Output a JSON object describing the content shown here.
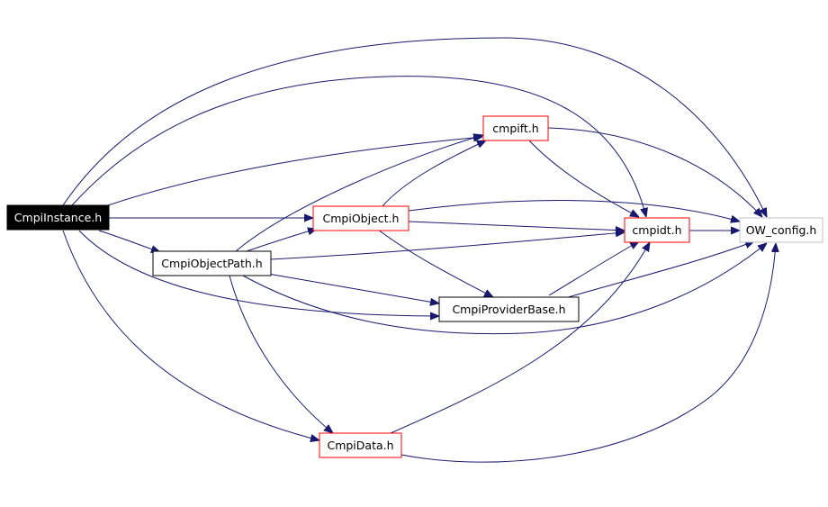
{
  "colors": {
    "edge": "#191970",
    "border_red": "#ff0000",
    "border_black": "#000000",
    "border_gray": "#c0c0c0",
    "root_fill": "#000000",
    "root_text": "#ffffff",
    "node_fill": "#ffffff",
    "node_text": "#000000"
  },
  "nodes": {
    "cmpi_instance": {
      "label": "CmpiInstance.h",
      "style": "root"
    },
    "cmpift": {
      "label": "cmpift.h",
      "style": "red"
    },
    "cmpi_object": {
      "label": "CmpiObject.h",
      "style": "red"
    },
    "cmpidt": {
      "label": "cmpidt.h",
      "style": "red"
    },
    "ow_config": {
      "label": "OW_config.h",
      "style": "gray"
    },
    "cmpi_object_path": {
      "label": "CmpiObjectPath.h",
      "style": "black"
    },
    "cmpi_provider_base": {
      "label": "CmpiProviderBase.h",
      "style": "black"
    },
    "cmpi_data": {
      "label": "CmpiData.h",
      "style": "red"
    }
  },
  "edges": [
    {
      "from": "cmpi_instance",
      "to": "ow_config"
    },
    {
      "from": "cmpi_instance",
      "to": "cmpidt"
    },
    {
      "from": "cmpi_instance",
      "to": "cmpift"
    },
    {
      "from": "cmpi_instance",
      "to": "cmpi_object"
    },
    {
      "from": "cmpi_instance",
      "to": "cmpi_object_path"
    },
    {
      "from": "cmpi_instance",
      "to": "cmpi_provider_base"
    },
    {
      "from": "cmpi_instance",
      "to": "cmpi_data"
    },
    {
      "from": "cmpift",
      "to": "ow_config"
    },
    {
      "from": "cmpift",
      "to": "cmpidt"
    },
    {
      "from": "cmpi_object",
      "to": "cmpift"
    },
    {
      "from": "cmpi_object",
      "to": "ow_config"
    },
    {
      "from": "cmpi_object",
      "to": "cmpidt"
    },
    {
      "from": "cmpi_object",
      "to": "cmpi_provider_base"
    },
    {
      "from": "cmpidt",
      "to": "ow_config"
    },
    {
      "from": "cmpi_object_path",
      "to": "cmpift"
    },
    {
      "from": "cmpi_object_path",
      "to": "cmpi_object"
    },
    {
      "from": "cmpi_object_path",
      "to": "cmpidt"
    },
    {
      "from": "cmpi_object_path",
      "to": "cmpi_provider_base"
    },
    {
      "from": "cmpi_object_path",
      "to": "ow_config"
    },
    {
      "from": "cmpi_object_path",
      "to": "cmpi_data"
    },
    {
      "from": "cmpi_provider_base",
      "to": "cmpidt"
    },
    {
      "from": "cmpi_provider_base",
      "to": "ow_config"
    },
    {
      "from": "cmpi_data",
      "to": "cmpidt"
    },
    {
      "from": "cmpi_data",
      "to": "ow_config"
    }
  ]
}
